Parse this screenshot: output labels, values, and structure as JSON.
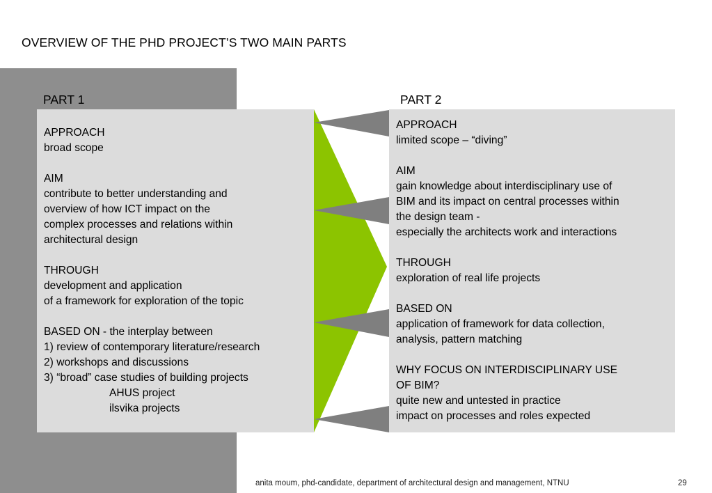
{
  "slide": {
    "title": "OVERVIEW OF THE PHD PROJECT’S TWO MAIN PARTS",
    "accent_color": "#8cc400",
    "grey_band_color": "#8e8e8e",
    "box_color": "#dcdcdc",
    "connector_color": "#7f7f7f"
  },
  "part1": {
    "heading": "PART 1",
    "lines": [
      "APPROACH",
      "broad scope",
      "",
      "AIM",
      "contribute to better understanding and",
      "overview of how ICT impact on the",
      "complex processes and relations within",
      "architectural design",
      "",
      "THROUGH",
      "development and application",
      "of a framework for exploration of the topic",
      "",
      "BASED ON - the interplay between",
      "1) review of contemporary literature/research",
      "2) workshops and discussions",
      "3) “broad” case studies of building projects"
    ],
    "indented": [
      "AHUS project",
      "ilsvika projects"
    ]
  },
  "part2": {
    "heading": "PART 2",
    "lines": [
      "APPROACH",
      "limited scope – “diving”",
      "",
      "AIM",
      "gain knowledge about interdisciplinary use of",
      "BIM and its impact on central processes within",
      "the design team -",
      "especially the architects work and interactions",
      "",
      "THROUGH",
      "exploration of real life projects",
      "",
      "BASED ON",
      "application of framework for data collection,",
      "analysis, pattern matching",
      "",
      "WHY FOCUS ON INTERDISCIPLINARY USE",
      "OF BIM?",
      "quite new and untested in practice",
      "impact on processes and roles expected"
    ]
  },
  "footer": {
    "text": "anita moum, phd-candidate, department of architectural design and management, NTNU",
    "page_number": "29"
  }
}
